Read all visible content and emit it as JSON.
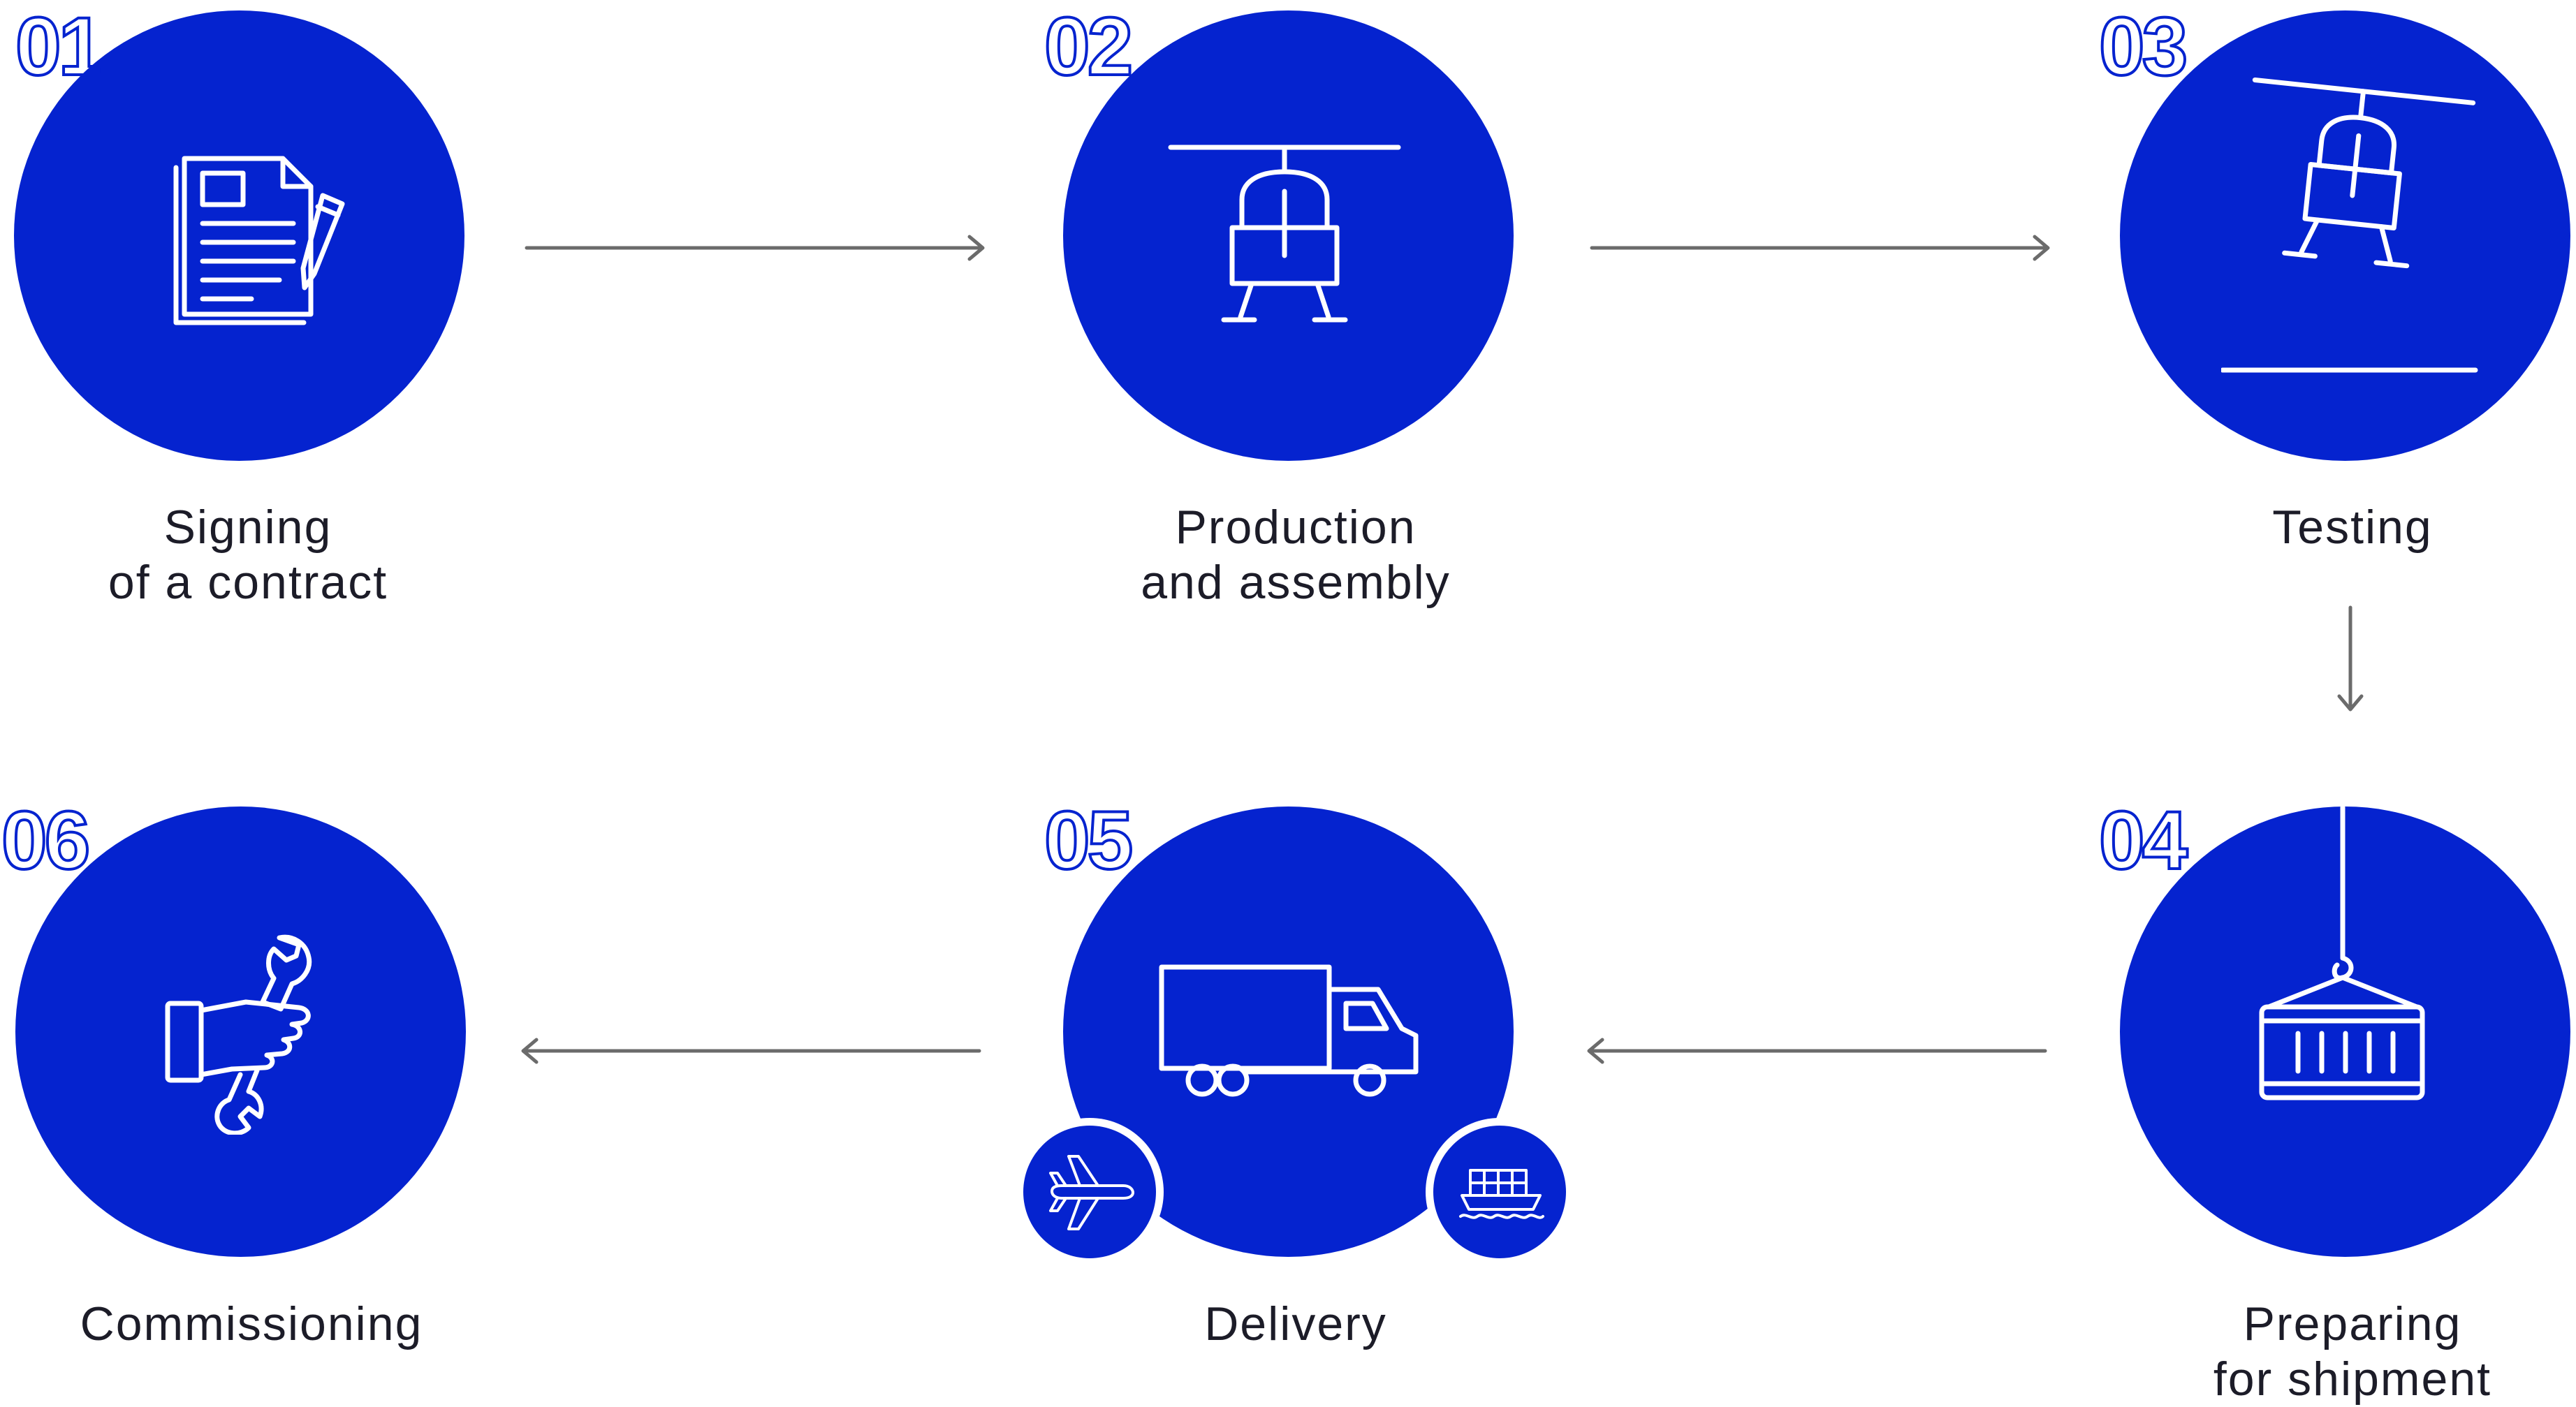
{
  "colors": {
    "accent": "#0523cf",
    "arrow": "#6b6b6b",
    "text": "#1c1c28"
  },
  "steps": [
    {
      "number": "01",
      "label_line1": "Signing",
      "label_line2": "of a contract",
      "icon": "contract-document-icon"
    },
    {
      "number": "02",
      "label_line1": "Production",
      "label_line2": "and assembly",
      "icon": "helicopter-icon"
    },
    {
      "number": "03",
      "label_line1": "Testing",
      "label_line2": "",
      "icon": "helicopter-liftoff-icon"
    },
    {
      "number": "04",
      "label_line1": "Preparing",
      "label_line2": "for shipment",
      "icon": "crane-container-icon"
    },
    {
      "number": "05",
      "label_line1": "Delivery",
      "label_line2": "",
      "icon": "truck-icon",
      "extra_icons": [
        "airplane-icon",
        "cargo-ship-icon"
      ]
    },
    {
      "number": "06",
      "label_line1": "Commissioning",
      "label_line2": "",
      "icon": "hand-wrench-icon"
    }
  ]
}
